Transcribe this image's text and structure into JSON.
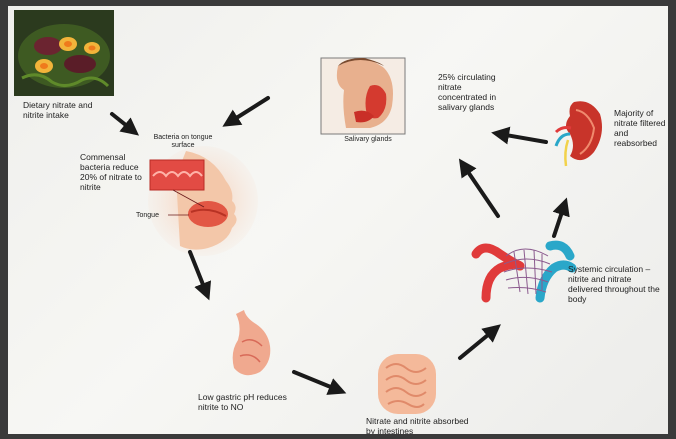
{
  "labels": {
    "dietary": "Dietary nitrate and nitrite intake",
    "bacteria_surface": "Bacteria on tongue surface",
    "commensal": "Commensal bacteria reduce 20% of nitrate to nitrite",
    "tongue": "Tongue",
    "salivary_glands": "Salivary glands",
    "salivary_concentration": "25% circulating nitrate concentrated in salivary glands",
    "kidney": "Majority of nitrate filtered and reabsorbed",
    "systemic": "Systemic circulation – nitrite and nitrate delivered throughout the body",
    "gastric": "Low gastric pH reduces nitrite to NO",
    "intestines": "Nitrate and nitrite absorbed by intestines"
  },
  "colors": {
    "arrow": "#1a1a1a",
    "artery": "#e03a3a",
    "vein": "#2aa7c9",
    "tissue": "#e8604a",
    "skin": "#f1c3a4"
  }
}
